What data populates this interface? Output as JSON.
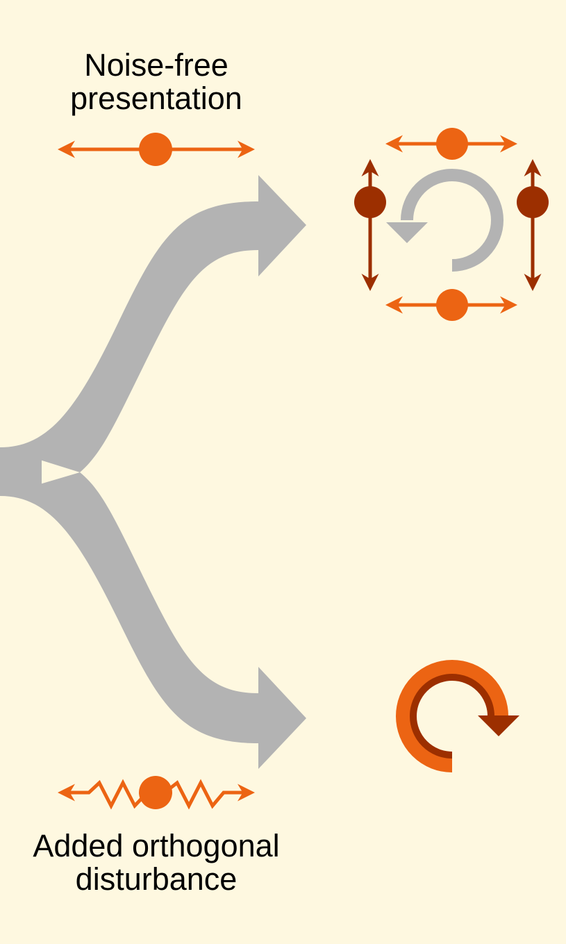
{
  "labels": {
    "top_line1": "Noise-free",
    "top_line2": "presentation",
    "bottom_line1": "Added orthogonal",
    "bottom_line2": "disturbance"
  },
  "colors": {
    "background": "#fef8e0",
    "arrow_gray": "#b3b3b3",
    "orange": "#ec6413",
    "dark_red": "#9c2f00",
    "text": "#000000"
  }
}
